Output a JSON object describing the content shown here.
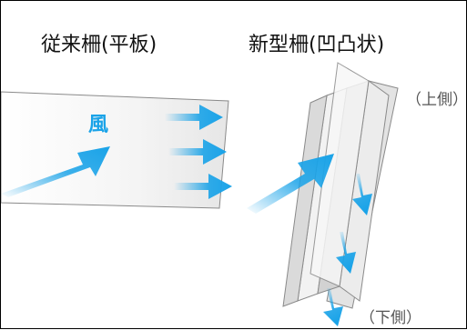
{
  "titles": {
    "conventional": "従来柵(平板)",
    "new_type": "新型柵(凹凸状)"
  },
  "wind_label": "風",
  "side_labels": {
    "upper": "（上側）",
    "lower": "（下側）"
  },
  "colors": {
    "arrow": "#1aa3e8",
    "panel_edge": "#888888",
    "panel_face": "#d2d2d2",
    "panel_light": "#ececec"
  }
}
